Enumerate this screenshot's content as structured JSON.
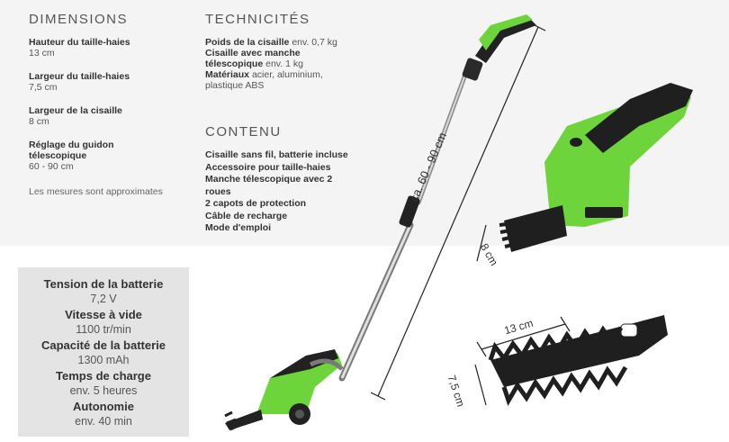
{
  "dimensions": {
    "heading": "DIMENSIONS",
    "items": [
      {
        "label": "Hauteur du taille-haies",
        "value": "13 cm"
      },
      {
        "label": "Largeur du taille-haies",
        "value": "7,5 cm"
      },
      {
        "label": "Largeur de la cisaille",
        "value": "8 cm"
      },
      {
        "label": "Réglage du guidon télescopique",
        "value": "60 - 90 cm"
      }
    ],
    "note": "Les mesures sont approximates"
  },
  "technicites": {
    "heading": "TECHNICITÉS",
    "items": [
      {
        "label": "Poids de la cisaille",
        "value": "env. 0,7 kg"
      },
      {
        "label": "Cisaille avec manche télescopique",
        "value": "env. 1 kg"
      },
      {
        "label": "Matériaux",
        "value": "acier, aluminium, plastique ABS"
      }
    ]
  },
  "contenu": {
    "heading": "CONTENU",
    "items": [
      "Cisaille sans fil, batterie incluse",
      "Accessoire pour taille-haies",
      "Manche télescopique avec 2 roues",
      "2 capots de protection",
      "Câble de recharge",
      "Mode d'emploi"
    ]
  },
  "battery_specs": [
    {
      "label": "Tension de la batterie",
      "value": "7,2 V"
    },
    {
      "label": "Vitesse à vide",
      "value": "1100 tr/min"
    },
    {
      "label": "Capacité de la batterie",
      "value": "1300 mAh"
    },
    {
      "label": "Temps de charge",
      "value": "env. 5 heures"
    },
    {
      "label": "Autonomie",
      "value": "env. 40 min"
    }
  ],
  "annotations": {
    "handle_length": "ca. 60 - 90 cm",
    "shear_width": "8 cm",
    "blade_length": "13 cm",
    "blade_width": "7,5 cm"
  },
  "colors": {
    "accent_green": "#6dd43c",
    "dark": "#222222",
    "band": "#f4f4f4",
    "box": "#e4e4e4"
  }
}
